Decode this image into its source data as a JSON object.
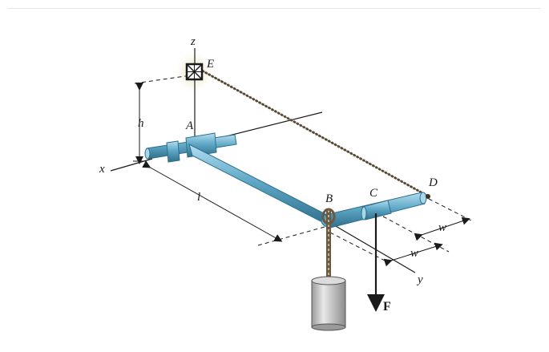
{
  "figure": {
    "labels": {
      "z": "z",
      "E": "E",
      "h": "h",
      "A": "A",
      "x": "x",
      "l": "l",
      "B": "B",
      "C": "C",
      "D": "D",
      "w_upper": "w",
      "w_lower": "w",
      "y": "y",
      "F": "F"
    },
    "colors": {
      "pipe": "#5fa8c6",
      "pipe_dark": "#2f6f8d",
      "pipe_light": "#a9d7ea",
      "rope": "#6a5a44",
      "weight": "#cfcfcf",
      "glow": "#e9e6c4"
    }
  }
}
